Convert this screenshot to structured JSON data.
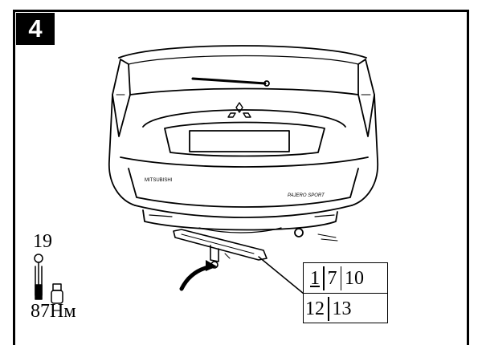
{
  "step": {
    "number": "4"
  },
  "tool": {
    "socket_size": "19",
    "torque": "87Нм",
    "icon": "torque-wrench-with-socket-icon"
  },
  "parts": {
    "row1": [
      "1",
      "7",
      "10"
    ],
    "row2": [
      "12",
      "13"
    ]
  },
  "vehicle": {
    "badge_left": "MITSUBISHI",
    "badge_right": "PAJERO SPORT",
    "logo": "three-diamond-logo-icon"
  },
  "colors": {
    "line": "#000000",
    "background": "#ffffff"
  }
}
